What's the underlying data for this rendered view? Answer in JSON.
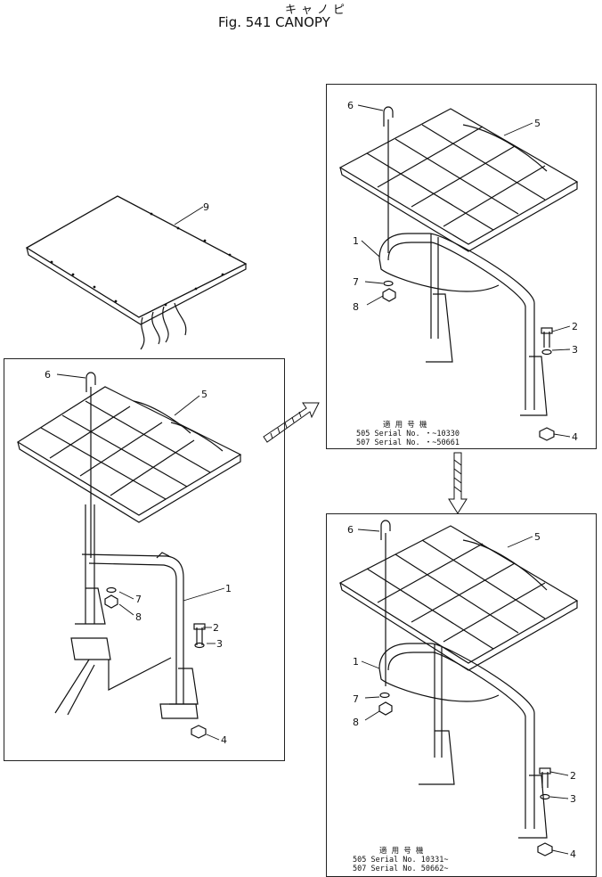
{
  "header": {
    "title_jp": "キャノピ",
    "title": "Fig. 541  CANOPY"
  },
  "callouts": {
    "c1": "1",
    "c2": "2",
    "c3": "3",
    "c4": "4",
    "c5": "5",
    "c6": "6",
    "c7": "7",
    "c8": "8",
    "c9": "9"
  },
  "serial_notes": {
    "top": {
      "header": "適 用 号 機",
      "line1": "505 Serial No. ・~10330",
      "line2": "507 Serial No. ・~50661"
    },
    "bottom": {
      "header": "適 用 号 機",
      "line1": "505 Serial No. 10331~",
      "line2": "507 Serial No. 50662~"
    }
  }
}
